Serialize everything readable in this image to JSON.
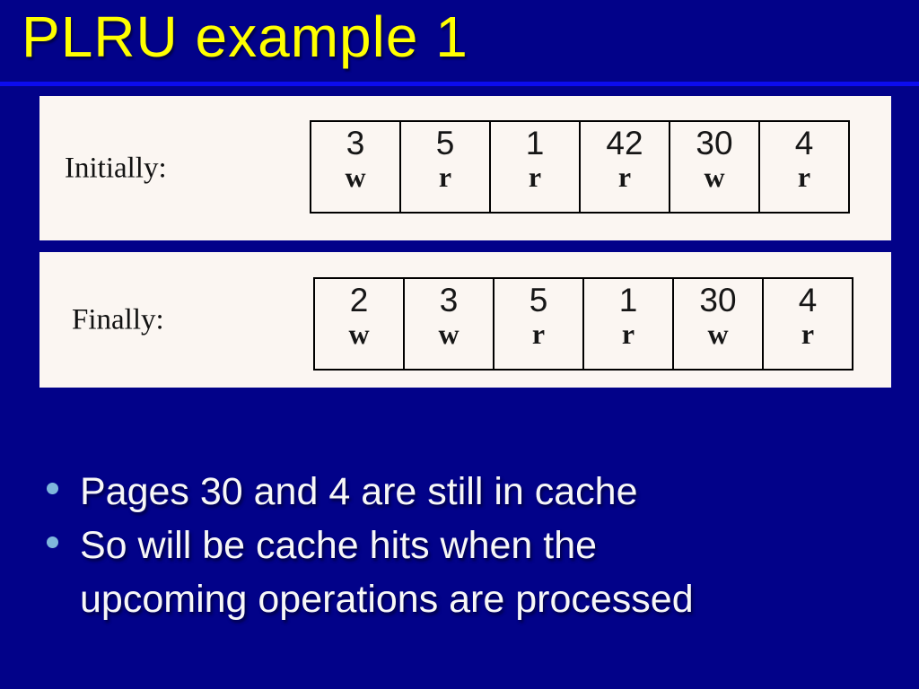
{
  "slide": {
    "title": "PLRU example 1",
    "background_color": "#00008B",
    "title_color": "#FFFF00",
    "rule_color": "#0C0CEE",
    "panel_color": "#FBF6F2",
    "bullet_dot_color": "#7FB7DC"
  },
  "panels": [
    {
      "label": "Initially:",
      "cells": [
        {
          "page": "3",
          "op": "w"
        },
        {
          "page": "5",
          "op": "r"
        },
        {
          "page": "1",
          "op": "r"
        },
        {
          "page": "42",
          "op": "r"
        },
        {
          "page": "30",
          "op": "w"
        },
        {
          "page": "4",
          "op": "r"
        }
      ]
    },
    {
      "label": "Finally:",
      "cells": [
        {
          "page": "2",
          "op": "w"
        },
        {
          "page": "3",
          "op": "w"
        },
        {
          "page": "5",
          "op": "r"
        },
        {
          "page": "1",
          "op": "r"
        },
        {
          "page": "30",
          "op": "w"
        },
        {
          "page": "4",
          "op": "r"
        }
      ]
    }
  ],
  "bullets": {
    "items": [
      {
        "lines": [
          "Pages 30 and 4 are still in cache"
        ]
      },
      {
        "lines": [
          "So will be cache hits when the",
          "upcoming operations are processed"
        ]
      }
    ]
  }
}
